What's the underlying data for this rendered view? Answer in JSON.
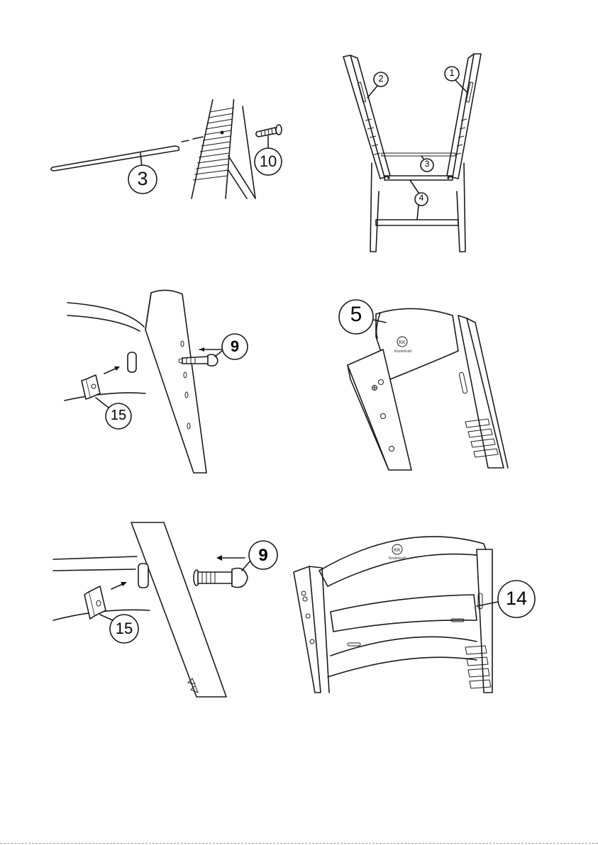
{
  "page": {
    "title": "Assembly instructions"
  },
  "steps": [
    {
      "id": "step-a",
      "parts": {
        "rod": "3",
        "screw": "10"
      }
    },
    {
      "id": "step-b",
      "parts": {
        "side_right": "1",
        "side_left": "2",
        "top_bar": "3",
        "bottom_bar": "4"
      }
    },
    {
      "id": "step-c",
      "parts": {
        "bolt": "9",
        "nut": "15"
      }
    },
    {
      "id": "step-d",
      "parts": {
        "backrest": "5"
      },
      "logo_text": "Kinderkraft"
    },
    {
      "id": "step-e",
      "parts": {
        "bolt": "9",
        "nut": "15"
      }
    },
    {
      "id": "step-f",
      "parts": {
        "bar": "14"
      },
      "logo_text": "Kinderkraft"
    }
  ]
}
